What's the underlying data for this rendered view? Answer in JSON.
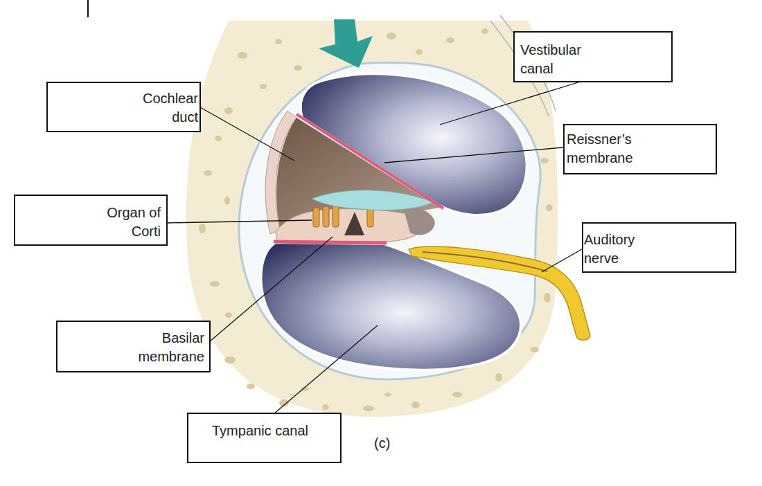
{
  "diagram": {
    "nodes": [
      {
        "text": [
          "Vestibular canal"
        ]
      },
      {
        "text": [
          "Cochlear duct"
        ]
      },
      {
        "text": [
          "Reissner’s membrane"
        ]
      },
      {
        "text": [
          "Organ of Corti"
        ]
      },
      {
        "text": [
          "Auditory nerve"
        ]
      },
      {
        "text": [
          "Basilar membrane"
        ]
      },
      {
        "text": [
          "Tympanic canal"
        ]
      }
    ],
    "labels": [
      "(c)"
    ]
  }
}
